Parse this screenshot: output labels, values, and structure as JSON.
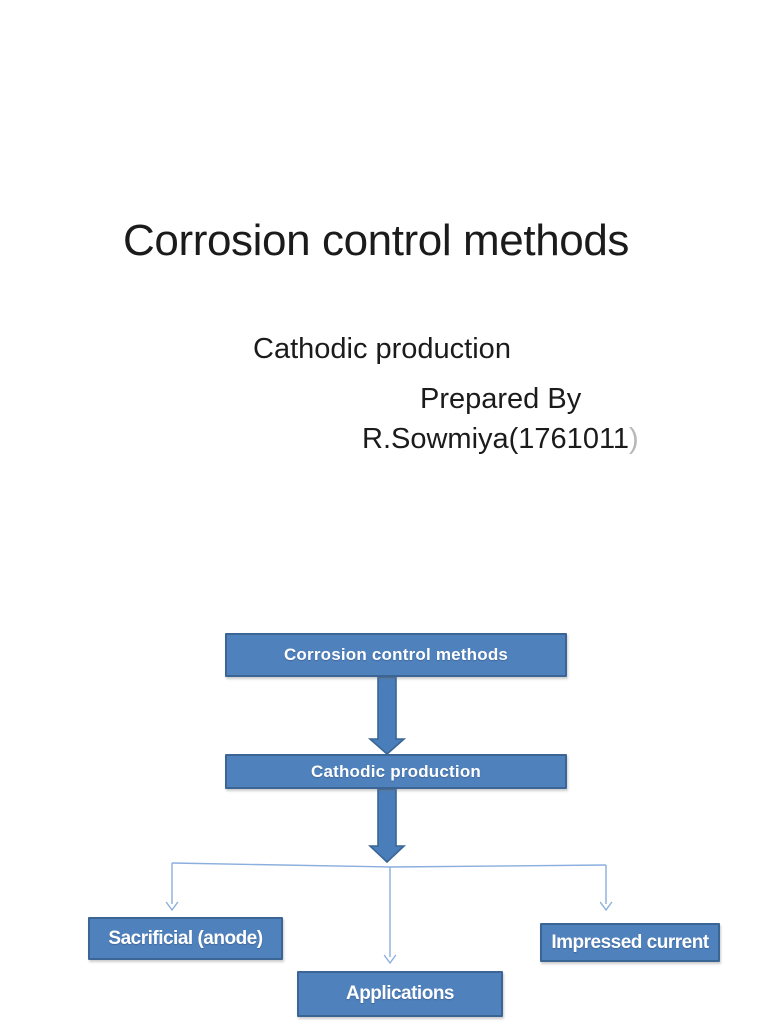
{
  "slide": {
    "title": "Corrosion control methods",
    "subtitle_line1": "Cathodic production",
    "subtitle_line2": "Prepared By",
    "author_name": "R.Sowmiya(1761011",
    "author_paren": ")"
  },
  "flowchart": {
    "nodes": [
      {
        "id": "root",
        "label": "Corrosion control methods"
      },
      {
        "id": "level2",
        "label": "Cathodic production"
      },
      {
        "id": "leaf-left",
        "label": "Sacrificial (anode)"
      },
      {
        "id": "leaf-center",
        "label": "Applications"
      },
      {
        "id": "leaf-right",
        "label": "Impressed current"
      }
    ]
  },
  "colors": {
    "page-bg": "#ffffff",
    "title-text": "#1b1b1b",
    "box-fill": "#4f81bd",
    "box-border": "#3a6595",
    "arrow-fill": "#4a7ebb",
    "connector": "#8aaede",
    "box-text": "#ffffff",
    "muted-paren": "#b8b8b8"
  }
}
